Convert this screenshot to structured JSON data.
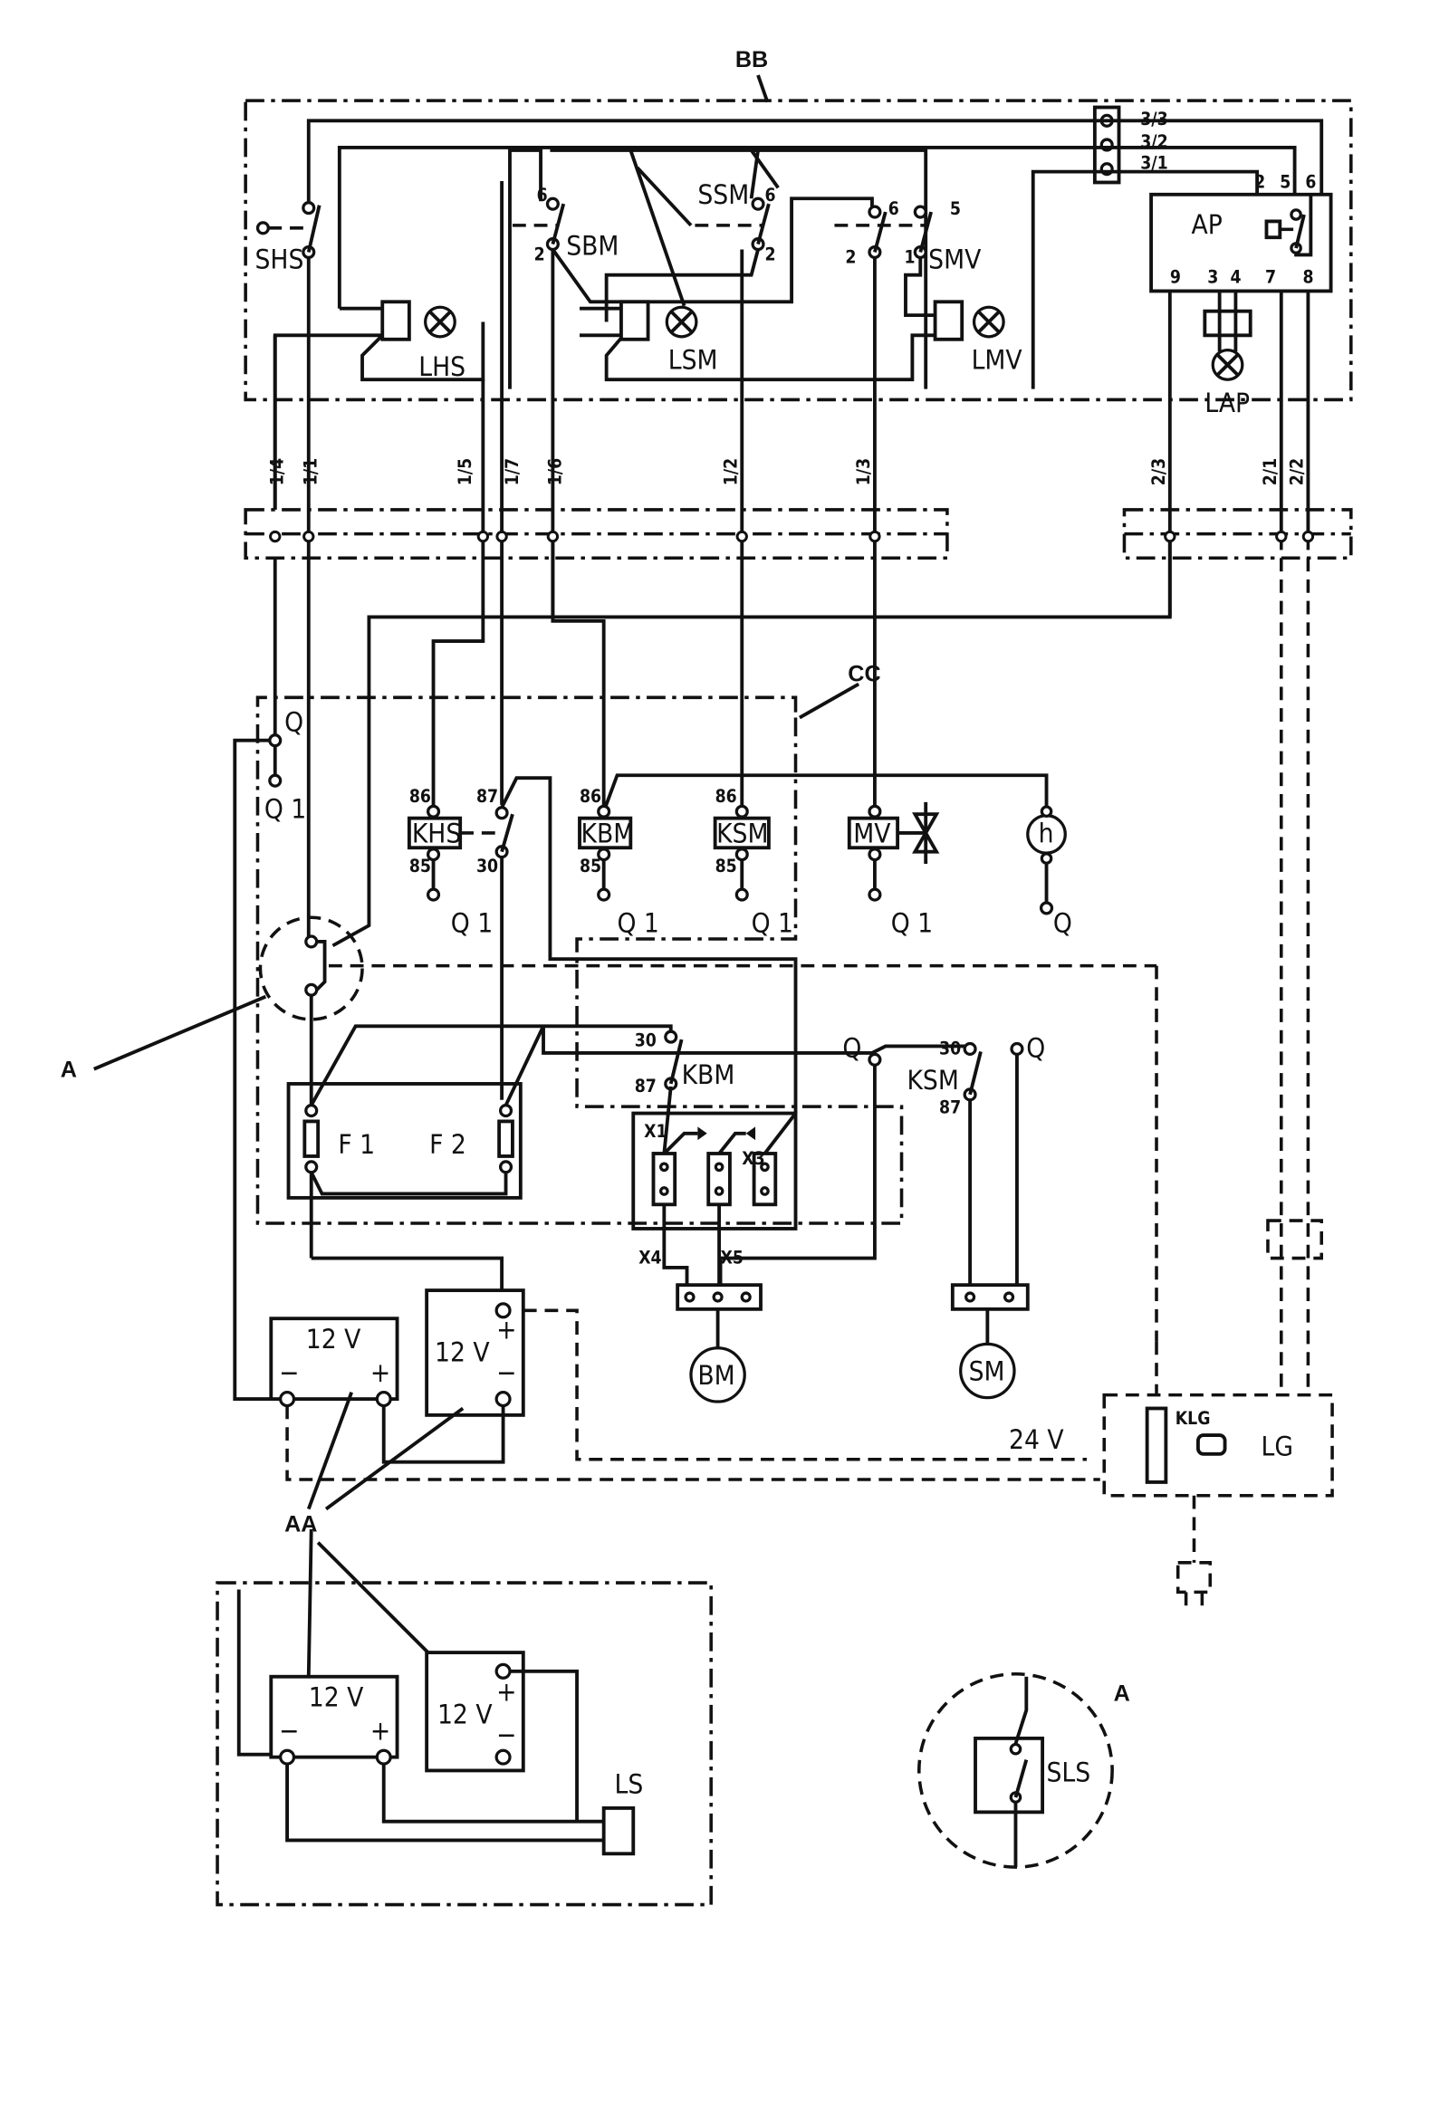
{
  "callouts": {
    "bb": "BB",
    "cc": "CC",
    "a_main": "A",
    "a_detail": "A",
    "aa": "AA"
  },
  "connector_top": [
    "3/3",
    "3/2",
    "3/1"
  ],
  "ap": {
    "label": "AP",
    "top_pins": [
      "2",
      "5",
      "6"
    ],
    "bottom_pins": [
      "9",
      "3",
      "4",
      "7",
      "8"
    ]
  },
  "switches": {
    "shs": "SHS",
    "sbm": "SBM",
    "ssm": "SSM",
    "smv": "SMV",
    "pin6": "6",
    "pin2": "2",
    "pin5": "5",
    "pin1": "1"
  },
  "lamps": {
    "lhs": "LHS",
    "lsm": "LSM",
    "lmv": "LMV",
    "lap": "LAP"
  },
  "terminals": [
    "1/4",
    "1/1",
    "1/5",
    "1/7",
    "1/6",
    "1/2",
    "1/3",
    "2/3",
    "2/1",
    "2/2"
  ],
  "relays": {
    "khs": "KHS",
    "kbm": "KBM",
    "ksm": "KSM",
    "mv": "MV",
    "hour_meter": "h",
    "p86": "86",
    "p85": "85",
    "p87": "87",
    "p30": "30"
  },
  "supply": {
    "q": "Q",
    "q1": "Q 1"
  },
  "fuses": {
    "f1": "F 1",
    "f2": "F 2"
  },
  "diode_block": {
    "x1": "X1",
    "x3": "X3",
    "x4": "X4",
    "x5": "X5"
  },
  "motors": {
    "bm": "BM",
    "sm": "SM"
  },
  "batteries": {
    "v12": "12 V",
    "plus": "+",
    "minus": "−"
  },
  "charger": {
    "lg": "LG",
    "klg": "KLG",
    "v24": "24 V"
  },
  "ls": "LS",
  "sls": "SLS"
}
